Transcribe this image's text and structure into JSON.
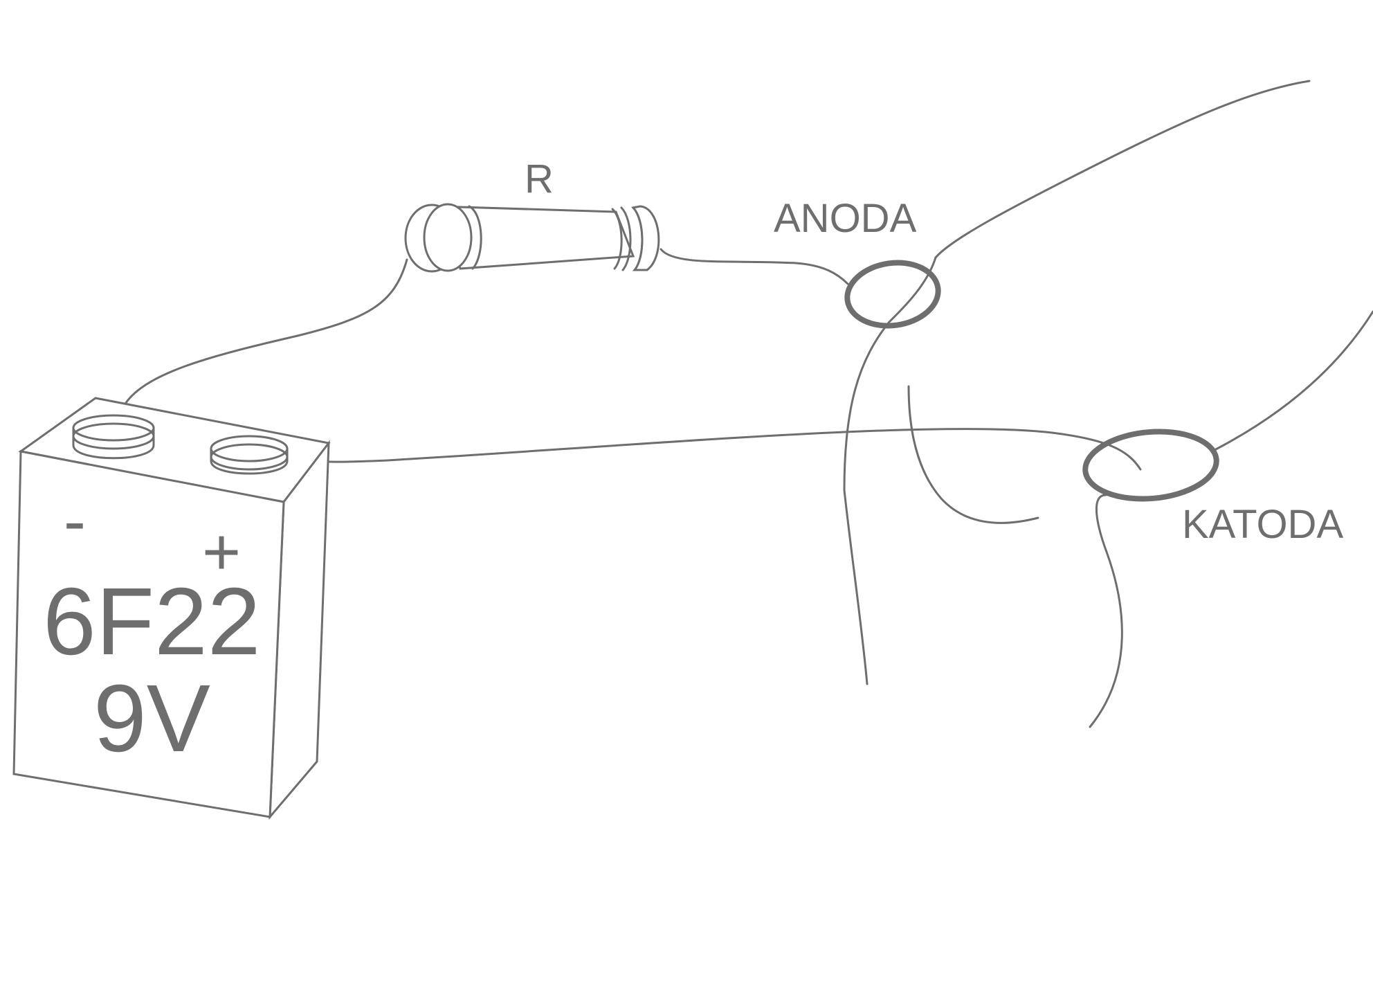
{
  "labels": {
    "resistor": "R",
    "anode": "ANODA",
    "cathode": "KATODA",
    "battery_model": "6F22",
    "battery_voltage": "9V",
    "minus": "-",
    "plus": "+"
  },
  "colors": {
    "line": "#6e6e6e",
    "background": "#ffffff"
  }
}
